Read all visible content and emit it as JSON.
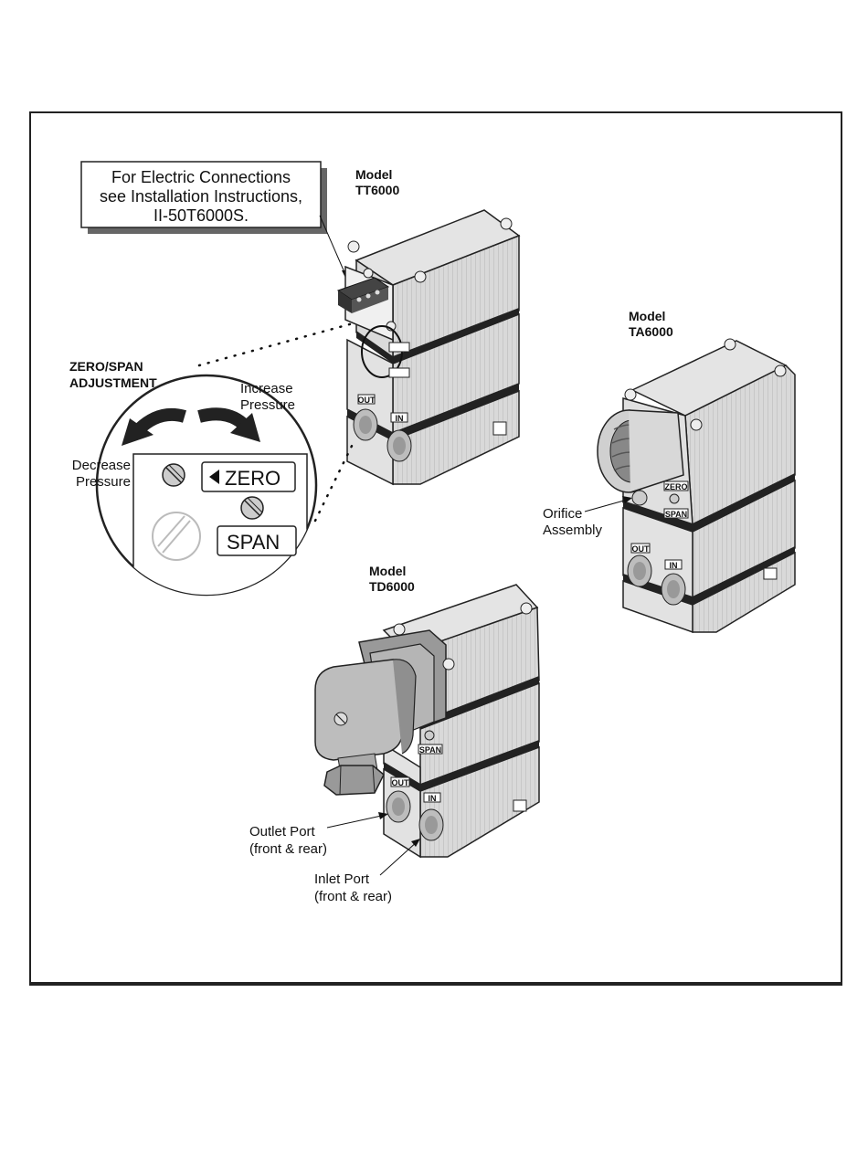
{
  "callout": {
    "line1": "For Electric Connections",
    "line2": "see Installation Instructions,",
    "line3": "II-50T6000S."
  },
  "models": {
    "tt": {
      "label": "Model",
      "name": "TT6000"
    },
    "ta": {
      "label": "Model",
      "name": "TA6000"
    },
    "td": {
      "label": "Model",
      "name": "TD6000"
    }
  },
  "zero_span": {
    "title1": "ZERO/SPAN",
    "title2": "ADJUSTMENT",
    "increase1": "Increase",
    "increase2": "Pressure",
    "decrease1": "Decrease",
    "decrease2": "Pressure",
    "zero_label": "ZERO",
    "span_label": "SPAN"
  },
  "unit_labels": {
    "zero": "ZERO",
    "span": "SPAN",
    "out": "OUT",
    "in": "IN"
  },
  "annotations": {
    "orifice1": "Orifice",
    "orifice2": "Assembly",
    "outlet1": "Outlet Port",
    "outlet2": "(front & rear)",
    "inlet1": "Inlet Port",
    "inlet2": "(front & rear)"
  },
  "colors": {
    "body_gray": "#d2d2d2",
    "dark_gray": "#9a9a9a",
    "frame": "#222222"
  }
}
